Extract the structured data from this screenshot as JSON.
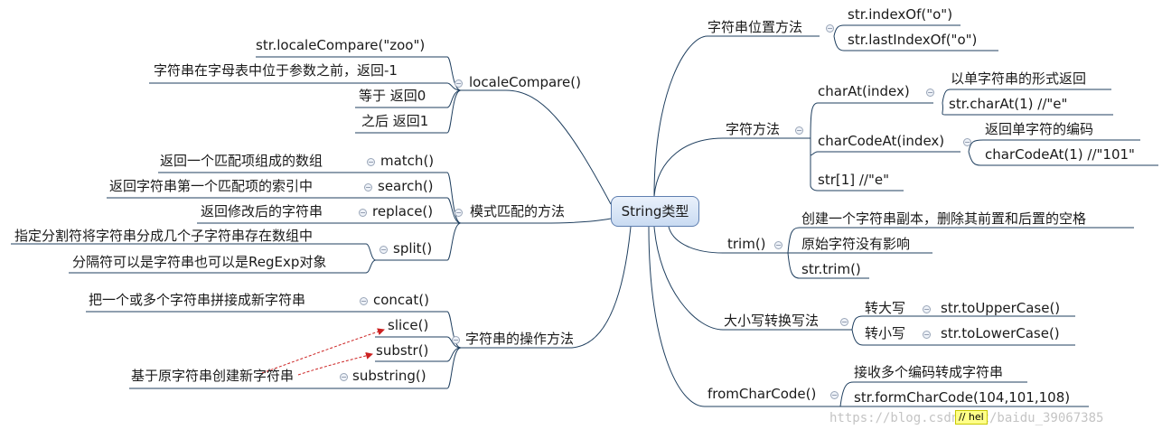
{
  "center": "String类型",
  "branches": {
    "locale": {
      "label": "localeCompare()",
      "items": [
        "str.localeCompare(\"zoo\")",
        "字符串在字母表中位于参数之前，返回-1",
        "等于  返回0",
        "之后 返回1"
      ]
    },
    "pattern": {
      "label": "模式匹配的方法",
      "items": [
        {
          "name": "match()",
          "desc": "返回一个匹配项组成的数组"
        },
        {
          "name": "search()",
          "desc": "返回字符串第一个匹配项的索引中"
        },
        {
          "name": "replace()",
          "desc": "返回修改后的字符串"
        },
        {
          "name": "split()",
          "desc": [
            "指定分割符将字符串分成几个子字符串存在数组中",
            "分隔符可以是字符串也可以是RegExp对象"
          ]
        }
      ]
    },
    "ops": {
      "label": "字符串的操作方法",
      "items": [
        {
          "name": "concat()",
          "desc": "把一个或多个字符串拼接成新字符串"
        },
        {
          "name": "slice()"
        },
        {
          "name": "substr()"
        },
        {
          "name": "substring()",
          "desc": "基于原字符串创建新字符串"
        }
      ]
    },
    "position": {
      "label": "字符串位置方法",
      "items": [
        "str.indexOf(\"o\")",
        "str.lastIndexOf(\"o\")"
      ]
    },
    "char": {
      "label": "字符方法",
      "charAt": {
        "label": "charAt(index)",
        "items": [
          "以单字符串的形式返回",
          "str.charAt(1)   //\"e\""
        ]
      },
      "charCodeAt": {
        "label": "charCodeAt(index)",
        "items": [
          "返回单字符的编码",
          "charCodeAt(1)  //\"101\""
        ]
      },
      "bracket": "str[1] //\"e\""
    },
    "trim": {
      "label": "trim()",
      "items": [
        "创建一个字符串副本，删除其前置和后置的空格",
        "原始字符没有影响",
        "str.trim()"
      ]
    },
    "case": {
      "label": "大小写转换写法",
      "items": [
        {
          "name": "转大写",
          "value": "str.toUpperCase()"
        },
        {
          "name": "转小写",
          "value": "str.toLowerCase()"
        }
      ]
    },
    "fromCharCode": {
      "label": "fromCharCode()",
      "items": [
        "接收多个编码转成字符串",
        "str.formCharCode(104,101,108)"
      ]
    }
  },
  "watermark": "https://blog.csdn.net/baidu_39067385",
  "tooltip": "// hel",
  "colors": {
    "line": "#1f3f5f",
    "arrow": "#cc2222",
    "node_fill": "#d6e4f5",
    "node_border": "#5f7fb0",
    "collapse": "#9aa6b8"
  }
}
